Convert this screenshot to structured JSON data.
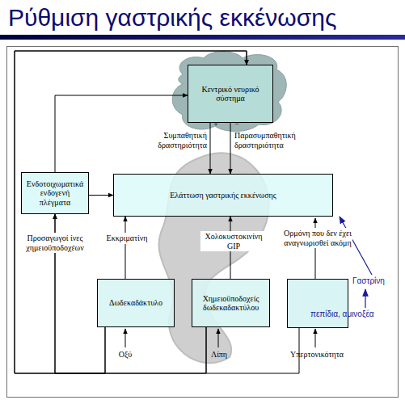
{
  "diagram": {
    "title": "Ρύθμιση γαστρικής εκκένωσης",
    "nodes": [
      {
        "text": [
          "Κεντρικό νευρικό σύστημα"
        ]
      },
      {
        "text": [
          "Ενδοτοιχωματικά ενδογενή πλέγματα"
        ]
      },
      {
        "text": [
          "Ελάττωση γαστρικής εκκένωσης"
        ]
      },
      {
        "text": [
          "Δωδεκαδάκτυλο"
        ]
      },
      {
        "text": [
          "Χημειοϋποδοχείς δωδεκαδακτύλου"
        ]
      }
    ],
    "edges": [
      {
        "from": 0,
        "to": 2,
        "label": "Συμπαθητική δραστηριότητα",
        "arrow": "to"
      },
      {
        "from": 0,
        "to": 2,
        "label": "Παρασυμπαθητική δραστηριότητα",
        "arrow": "to"
      },
      {
        "from": 1,
        "to": 2,
        "arrow": "to"
      },
      {
        "from": 1,
        "to": 0,
        "arrow": "to"
      },
      {
        "from": 3,
        "to": 2,
        "label": "Εκκριματίνη",
        "arrow": "to"
      },
      {
        "from": 4,
        "to": 2,
        "label": "Χολοκυστοκινίνη GIP",
        "arrow": "to"
      },
      {
        "from": 3,
        "to": 1,
        "arrow": "to"
      },
      {
        "from": 4,
        "to": 1,
        "arrow": "to"
      },
      {
        "from": 3,
        "to": 0,
        "arrow": "to"
      },
      {
        "from": 4,
        "to": 0,
        "arrow": "to"
      }
    ],
    "labels": [
      "+",
      "−",
      "Προσαγωγοί ίνες χημειοϋποδοχέων",
      "Ορμόνη που δεν έχει αναγνωρισθεί ακόμη",
      "Οξύ",
      "Λίπη",
      "Υπερτονικότητα",
      "Γαστρίνη",
      "πεπίδια, αμινοξέα"
    ]
  }
}
